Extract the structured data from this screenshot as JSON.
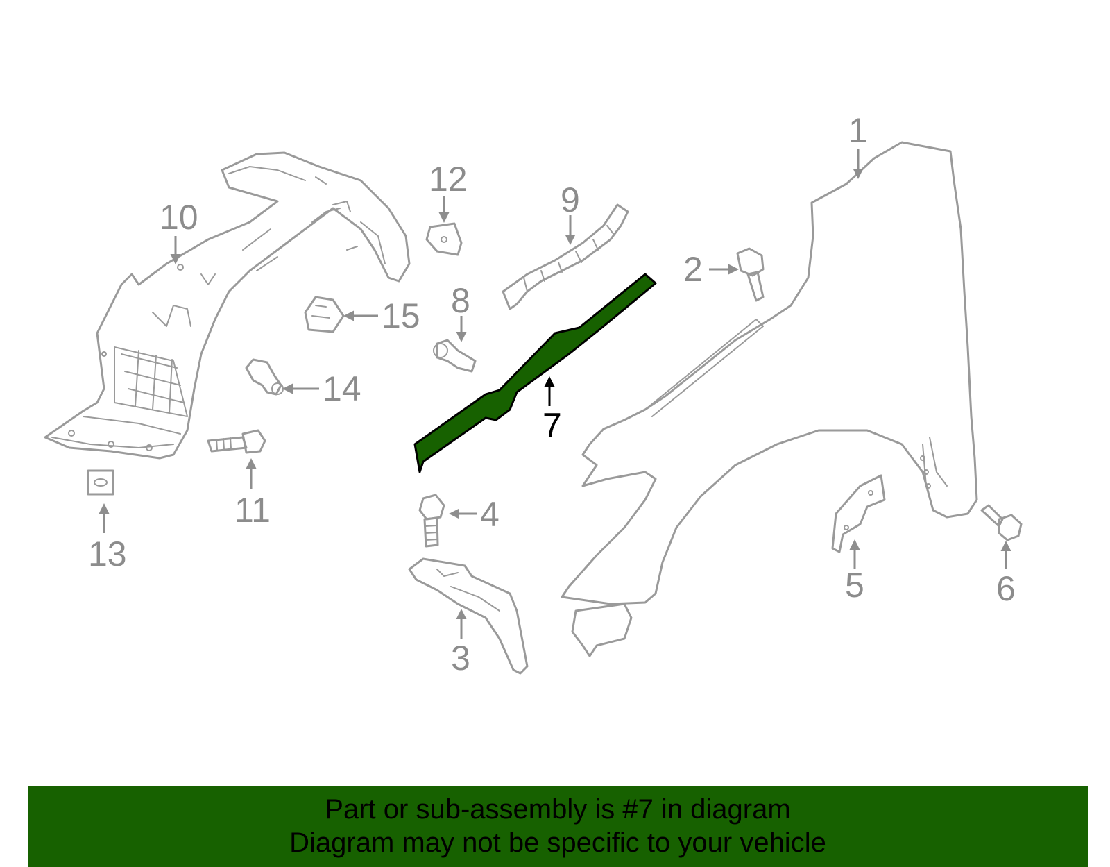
{
  "diagram": {
    "callouts": {
      "c1": "1",
      "c2": "2",
      "c3": "3",
      "c4": "4",
      "c5": "5",
      "c6": "6",
      "c7": "7",
      "c8": "8",
      "c9": "9",
      "c10": "10",
      "c11": "11",
      "c12": "12",
      "c13": "13",
      "c14": "14",
      "c15": "15"
    },
    "highlighted_part": "7",
    "highlight_color": "#176100",
    "line_color": "#9a9a9a"
  },
  "caption": {
    "line1": "Part or sub-assembly is #7 in diagram",
    "line2": "Diagram may not be specific to your vehicle",
    "background": "#176100"
  }
}
